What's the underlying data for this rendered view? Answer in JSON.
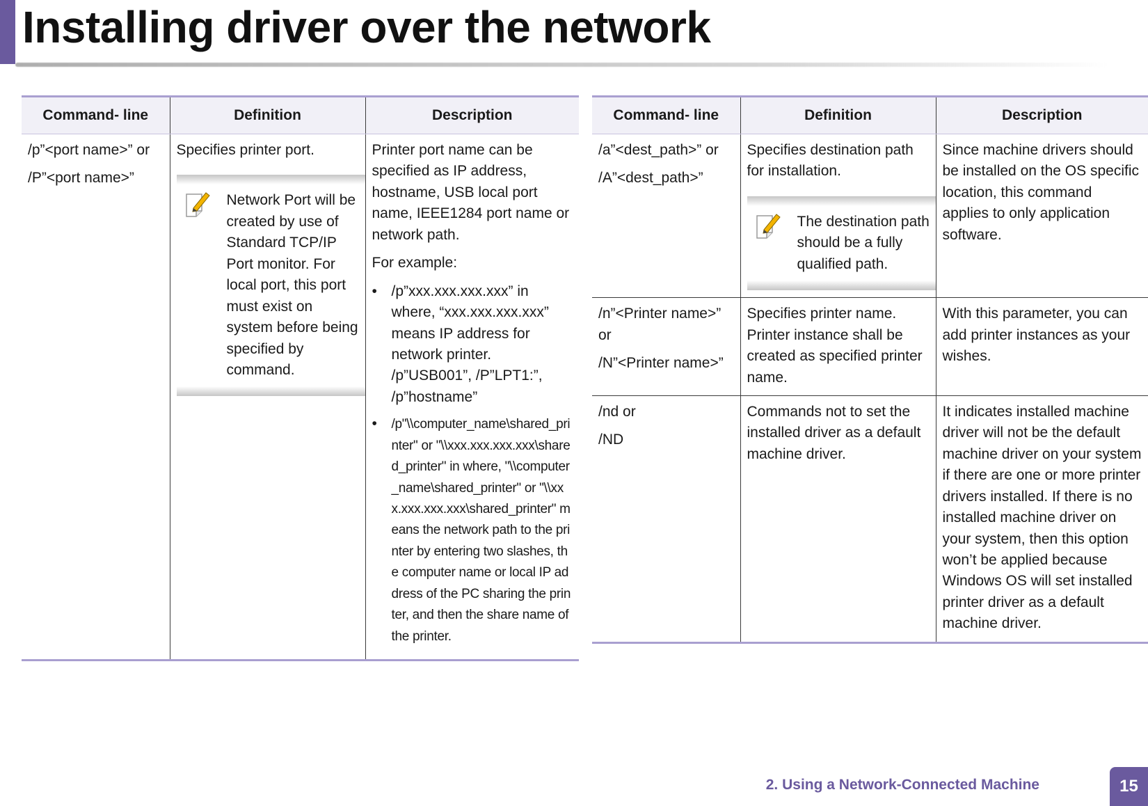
{
  "header": {
    "title": "Installing driver over the network"
  },
  "left_table": {
    "columns": [
      "Command- line",
      "Definition",
      "Description"
    ],
    "row": {
      "command": [
        "/p”<port name>” or",
        "/P”<port name>”"
      ],
      "definition": "Specifies printer port.",
      "note": "Network Port will be created by use of Standard TCP/IP Port monitor. For local port, this port must exist on system before being specified by command.",
      "description_paragraphs": [
        "Printer port name can be specified as IP address, hostname, USB local port name, IEEE1284 port name or network path.",
        "For example:"
      ],
      "bullet_symbol": "•",
      "examples": [
        " /p”xxx.xxx.xxx.xxx” in where, “xxx.xxx.xxx.xxx” means IP address for network printer. /p”USB001”, /P”LPT1:”, /p”hostname”",
        "/p\"\\\\computer_name\\shared_printer\" or \"\\\\xxx.xxx.xxx.xxx\\shared_printer\" in where, \"\\\\computer_name\\shared_printer\" or \"\\\\xxx.xxx.xxx.xxx\\shared_printer\" means the network path to the printer by entering two slashes, the computer name or local IP address of the PC sharing the printer, and then the share name of the printer."
      ]
    }
  },
  "right_table": {
    "columns": [
      "Command- line",
      "Definition",
      "Description"
    ],
    "rows": [
      {
        "command": [
          "/a”<dest_path>” or",
          "/A”<dest_path>”"
        ],
        "definition": "Specifies destination path for installation.",
        "note": "The destination path should be a fully qualified path.",
        "description": "Since machine drivers should be installed on the OS specific location, this command applies to only application software."
      },
      {
        "command": [
          "/n”<Printer name>” or",
          "/N”<Printer name>”"
        ],
        "definition": "Specifies printer name. Printer instance shall be created as specified printer name.",
        "description": "With this parameter, you can add printer instances as your wishes."
      },
      {
        "command": [
          "/nd or",
          "/ND"
        ],
        "definition": "Commands not to set the installed driver as a default machine driver.",
        "description": "It indicates installed machine driver will not be the default machine driver on your system if there are one or more printer drivers installed. If there is no installed machine driver on your system, then this option won’t be applied because Windows OS will set installed printer driver as a default machine driver."
      }
    ]
  },
  "icons": {
    "note": "note-pencil-icon"
  },
  "colors": {
    "accent": "#6a5a9e",
    "table_rule": "#a99fd0",
    "header_bg": "#f1f0f7"
  },
  "footer": {
    "chapter": "2.  Using a Network-Connected Machine",
    "page_number": "15"
  }
}
